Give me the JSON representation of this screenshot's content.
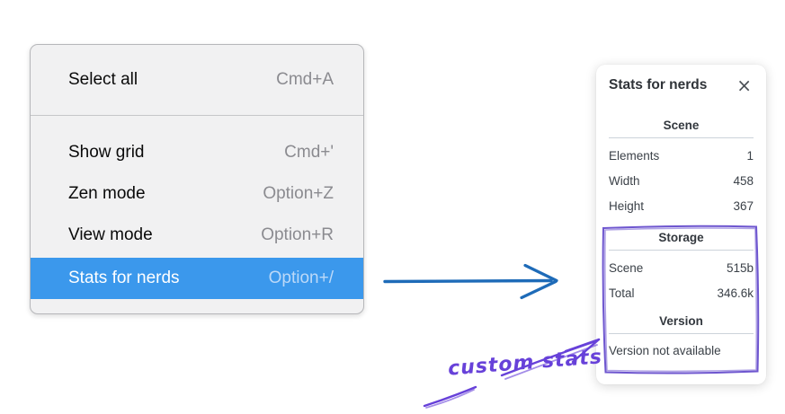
{
  "menu": {
    "items": [
      {
        "label": "Select all",
        "shortcut": "Cmd+A"
      },
      {
        "label": "Show grid",
        "shortcut": "Cmd+'"
      },
      {
        "label": "Zen mode",
        "shortcut": "Option+Z"
      },
      {
        "label": "View mode",
        "shortcut": "Option+R"
      },
      {
        "label": "Stats for nerds",
        "shortcut": "Option+/",
        "highlighted": true
      }
    ]
  },
  "panel": {
    "title": "Stats for nerds",
    "close_icon": "×",
    "sections": [
      {
        "header": "Scene",
        "rows": [
          {
            "label": "Elements",
            "value": "1"
          },
          {
            "label": "Width",
            "value": "458"
          },
          {
            "label": "Height",
            "value": "367"
          }
        ]
      },
      {
        "header": "Storage",
        "rows": [
          {
            "label": "Scene",
            "value": "515b"
          },
          {
            "label": "Total",
            "value": "346.6k"
          }
        ]
      },
      {
        "header": "Version",
        "note": "Version not available"
      }
    ]
  },
  "annotation": {
    "label": "custom stats"
  },
  "colors": {
    "highlight_blue": "#3b98ec",
    "highlight_shortcut": "#bcd9f8",
    "arrow_blue": "#1e6bb8",
    "annotation_purple": "#6741d9",
    "box_purple": "#6e56cf"
  }
}
